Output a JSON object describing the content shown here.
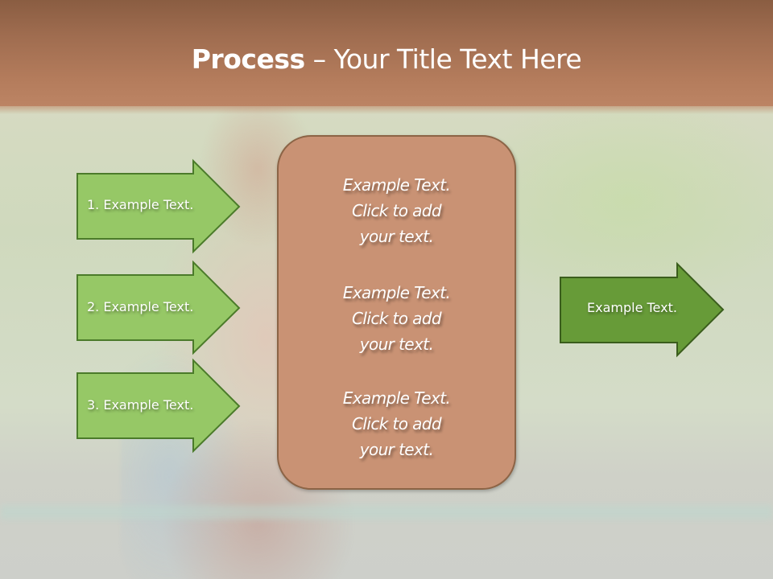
{
  "slide": {
    "title": {
      "bold": "Process",
      "rest": " – Your Title Text Here"
    },
    "left_arrows": [
      {
        "label": "1. Example Text."
      },
      {
        "label": "2. Example Text."
      },
      {
        "label": "3. Example Text."
      }
    ],
    "center_box": {
      "blocks": [
        {
          "lines": [
            "Example Text.",
            "Click  to add",
            "your text."
          ]
        },
        {
          "lines": [
            "Example Text.",
            "Click  to add",
            "your text."
          ]
        },
        {
          "lines": [
            "Example Text.",
            "Click  to add",
            "your text."
          ]
        }
      ]
    },
    "right_arrow": {
      "label": "Example Text."
    },
    "colors": {
      "title_band_top": "#8a5d42",
      "title_band_bottom": "#bc8464",
      "light_arrow_fill": "#96c866",
      "light_arrow_border": "#4b7b2a",
      "dark_arrow_fill": "#679b38",
      "dark_arrow_border": "#3a5d1c",
      "center_box_fill": "#c99274",
      "center_box_border": "#8c6446",
      "text": "#ffffff"
    }
  }
}
